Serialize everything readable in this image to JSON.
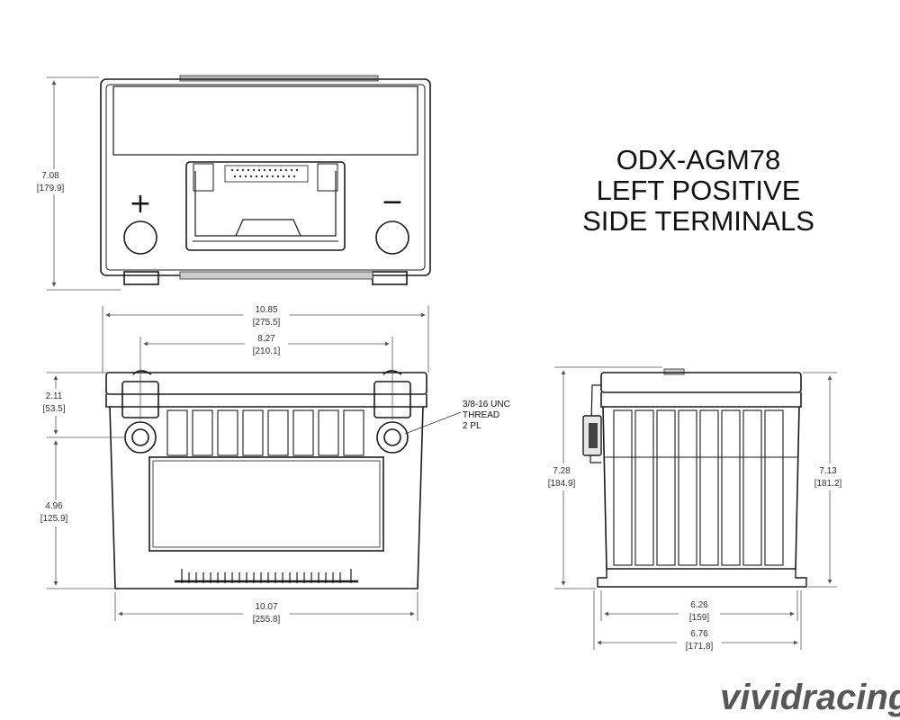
{
  "title": {
    "line1": "ODX-AGM78",
    "line2": "LEFT POSITIVE",
    "line3": "SIDE TERMINALS"
  },
  "symbols": {
    "positive": "+",
    "negative": "−"
  },
  "thread_note": {
    "line1": "3/8-16 UNC",
    "line2": "THREAD",
    "line3": "2 PL"
  },
  "dimensions": {
    "overall_height_top": {
      "in": "7.08",
      "mm": "[179.9]"
    },
    "overall_length": {
      "in": "10.85",
      "mm": "[275.5]"
    },
    "terminal_spacing": {
      "in": "8.27",
      "mm": "[210.1]"
    },
    "terminal_height_from_top": {
      "in": "2.11",
      "mm": "[53.5]"
    },
    "terminal_height_from_bottom": {
      "in": "4.96",
      "mm": "[125.9]"
    },
    "base_length": {
      "in": "10.07",
      "mm": "[255.8]"
    },
    "side_height_left": {
      "in": "7.28",
      "mm": "[184.9]"
    },
    "side_height_right": {
      "in": "7.13",
      "mm": "[181.2]"
    },
    "side_base_width": {
      "in": "6.26",
      "mm": "[159]"
    },
    "side_overall_width": {
      "in": "6.76",
      "mm": "[171.8]"
    }
  },
  "watermark": {
    "text": "vividracing"
  },
  "colors": {
    "line": "#1a1a1a",
    "dim_line": "#555555",
    "logo_red": "#d6252a",
    "logo_dark": "#3a3a3a"
  }
}
